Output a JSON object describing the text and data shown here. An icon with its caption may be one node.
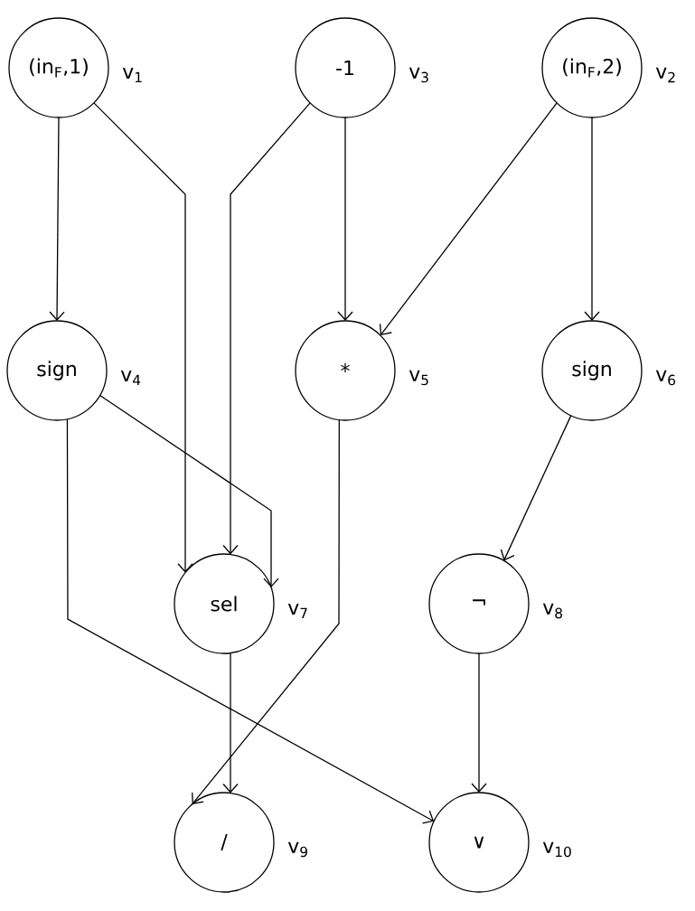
{
  "diagram": {
    "nodes": [
      {
        "text": [
          "(in$_{F}$,1)"
        ],
        "beside": [
          "v$_{1}$"
        ]
      },
      {
        "text": [
          "-1"
        ],
        "beside": [
          "v$_{3}$"
        ]
      },
      {
        "text": [
          "(in$_{F}$,2)"
        ],
        "beside": [
          "v$_{2}$"
        ]
      },
      {
        "text": [
          "sign"
        ],
        "beside": [
          "v$_{4}$"
        ]
      },
      {
        "text": [
          "*"
        ],
        "beside": [
          "v$_{5}$"
        ]
      },
      {
        "text": [
          "sign"
        ],
        "beside": [
          "v$_{6}$"
        ]
      },
      {
        "text": [
          "sel"
        ],
        "beside": [
          "v$_{7}$"
        ]
      },
      {
        "text": [
          "¬"
        ],
        "beside": [
          "v$_{8}$"
        ]
      },
      {
        "text": [
          "/"
        ],
        "beside": [
          "v$_{9}$"
        ]
      },
      {
        "text": [
          "∨"
        ],
        "beside": [
          "v$_{10}$"
        ]
      }
    ],
    "edges": [
      {
        "from": 0,
        "to": 3,
        "arrow": "to"
      },
      {
        "from": 0,
        "to": 6,
        "arrow": "to"
      },
      {
        "from": 1,
        "to": 6,
        "arrow": "to"
      },
      {
        "from": 1,
        "to": 4,
        "arrow": "to"
      },
      {
        "from": 2,
        "to": 4,
        "arrow": "to"
      },
      {
        "from": 2,
        "to": 5,
        "arrow": "to"
      },
      {
        "from": 3,
        "to": 6,
        "arrow": "to"
      },
      {
        "from": 3,
        "to": 9,
        "arrow": "to"
      },
      {
        "from": 4,
        "to": 8,
        "arrow": "to"
      },
      {
        "from": 5,
        "to": 7,
        "arrow": "to"
      },
      {
        "from": 6,
        "to": 8,
        "arrow": "to"
      },
      {
        "from": 7,
        "to": 9,
        "arrow": "to"
      }
    ]
  }
}
